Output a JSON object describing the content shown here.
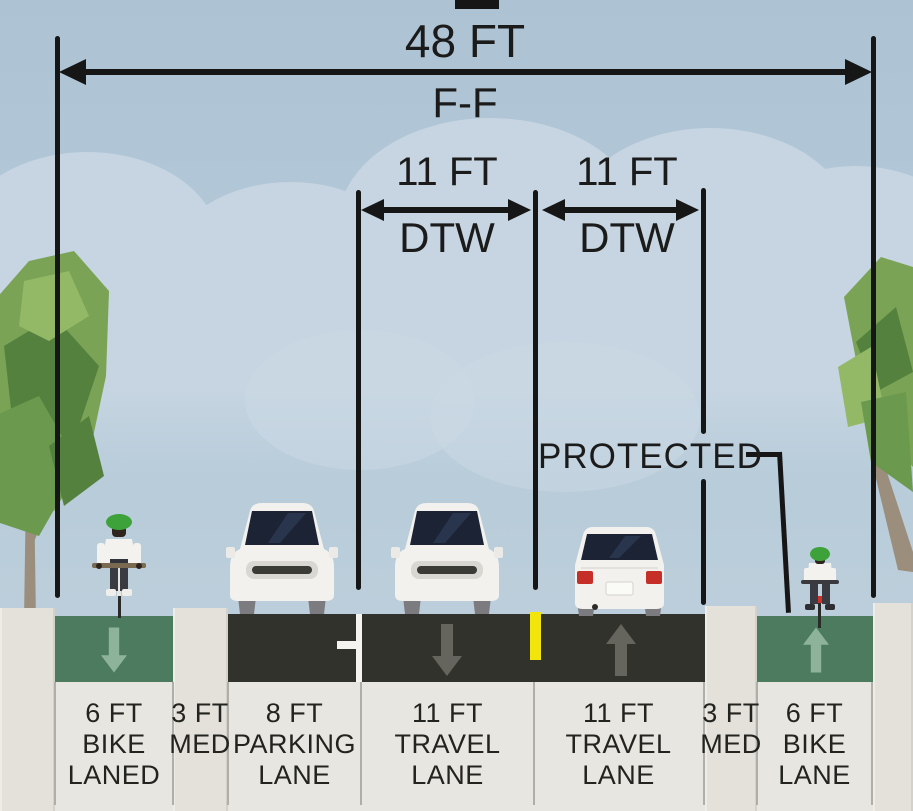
{
  "diagram": {
    "overall": {
      "width": "48 FT",
      "reference": "F-F"
    },
    "travel_dims": [
      {
        "width": "11 FT",
        "reference": "DTW"
      },
      {
        "width": "11 FT",
        "reference": "DTW"
      }
    ],
    "protected_label": "PROTECTED",
    "lanes": [
      {
        "id": "bike-lane-left",
        "lines": [
          "6 FT",
          "BIKE",
          "LANED"
        ],
        "surface": "green",
        "arrow": "down"
      },
      {
        "id": "median-left",
        "lines": [
          "3 FT",
          "MED"
        ],
        "surface": "concrete",
        "arrow": ""
      },
      {
        "id": "parking-lane",
        "lines": [
          "8 FT",
          "PARKING",
          "LANE"
        ],
        "surface": "asphalt",
        "arrow": ""
      },
      {
        "id": "travel-lane-left",
        "lines": [
          "11 FT",
          "TRAVEL",
          "LANE"
        ],
        "surface": "asphalt",
        "arrow": "down"
      },
      {
        "id": "travel-lane-right",
        "lines": [
          "11 FT",
          "TRAVEL",
          "LANE"
        ],
        "surface": "asphalt",
        "arrow": "up"
      },
      {
        "id": "median-right",
        "lines": [
          "3 FT",
          "MED"
        ],
        "surface": "concrete",
        "arrow": ""
      },
      {
        "id": "bike-lane-right",
        "lines": [
          "6 FT",
          "BIKE",
          "LANE"
        ],
        "surface": "green",
        "arrow": "up"
      }
    ],
    "colors": {
      "sky_top": "#adc3d4",
      "sky_bottom": "#c2d2dd",
      "cloud": "#c6d5e1",
      "asphalt": "#32322d",
      "bike_lane_green": "#4d7b5f",
      "concrete": "#e3e1da",
      "label_panel": "#e8e6e0",
      "center_line_yellow": "#f2e50b",
      "lane_marking_white": "#f4f3ef",
      "dimension_line": "#161616",
      "travel_arrow_gray": "#65655d",
      "bike_arrow_green": "#8db49a"
    }
  }
}
